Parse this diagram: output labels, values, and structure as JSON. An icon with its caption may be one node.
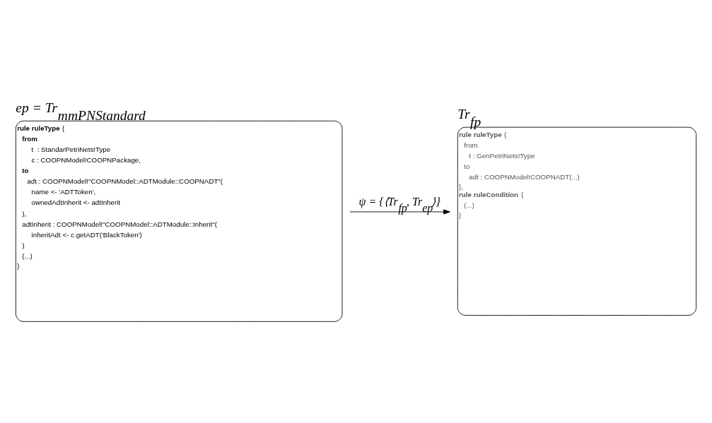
{
  "diagram": {
    "nodes": [
      {
        "text": [
          "Tr$_{fp}$",
          "**rule ruleType** {",
          "from",
          "t : GenPetriNets!Type",
          "to",
          "adt : COOPNModel!COOPNADT(...)",
          "},",
          "**rule ruleCondition** {",
          "(...)",
          "}"
        ]
      },
      {
        "text": [
          "ep = Tr$_{mmPNStandard}$",
          "**rule ruleType** {",
          "**from**",
          "t  : StandarPetriNets!Type",
          "c : COOPNModel!COOPNPackage,",
          "**to**",
          "adt : COOPNModel!\"COOPNModel::ADTModule::COOPNADT\"(",
          "name <- 'ADTToken',",
          "ownedAdtInherit <- adtInherit",
          "),",
          "adtInherit : COOPNModel!\"COOPNModel::ADTModule::Inherit\"(",
          "inheritAdt <- c.getADT('BlackToken')",
          ")",
          "(...)",
          "}"
        ]
      }
    ],
    "edges": [
      {
        "from": 1,
        "to": 0,
        "arrow": "to",
        "label": "ψ = {⟨Tr$_{fp}$, Tr$_{ep}$⟩}"
      }
    ]
  }
}
